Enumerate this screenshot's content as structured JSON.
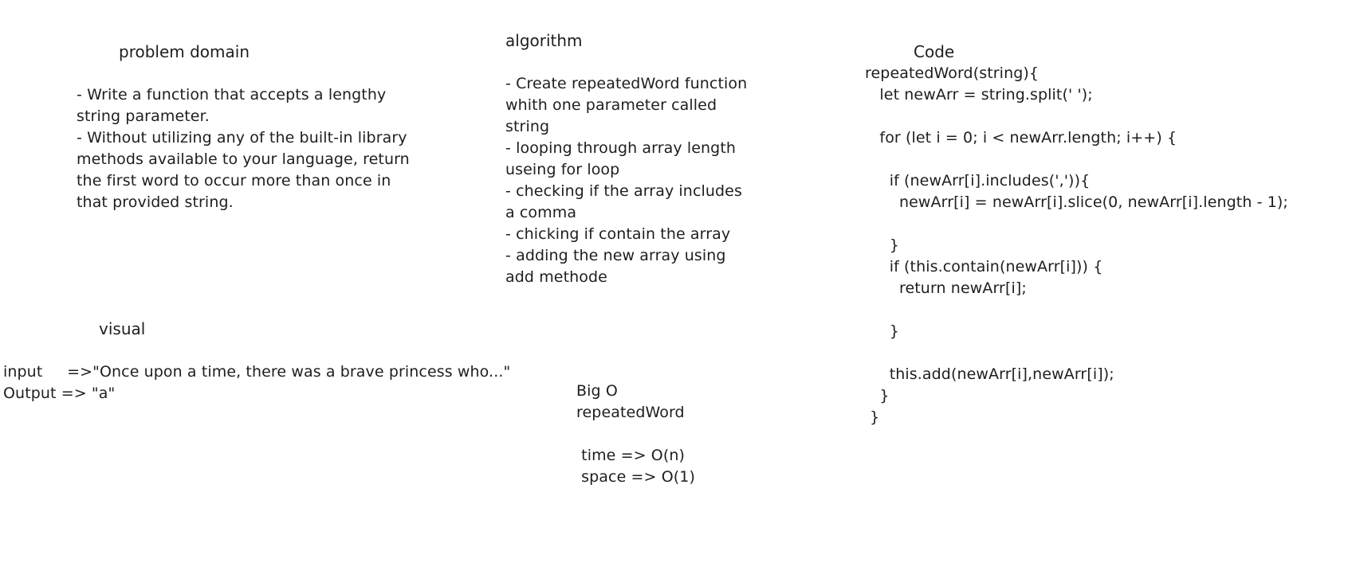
{
  "problem_domain": {
    "title": "problem domain",
    "text": "- Write a function that accepts a lengthy\nstring parameter.\n- Without utilizing any of the built-in library\nmethods available to your language, return\nthe first word to occur more than once in\nthat provided string."
  },
  "algorithm": {
    "title": "algorithm",
    "text": "- Create repeatedWord function\nwhith one parameter called\nstring\n- looping through array length\nuseing for loop\n- checking if the array includes\na comma\n- chicking if contain the array\n- adding the new array using\nadd methode"
  },
  "code": {
    "title": "Code",
    "text": "repeatedWord(string){\n   let newArr = string.split(' ');\n\n   for (let i = 0; i < newArr.length; i++) {\n\n     if (newArr[i].includes(',')){\n       newArr[i] = newArr[i].slice(0, newArr[i].length - 1);\n\n     }\n     if (this.contain(newArr[i])) {\n       return newArr[i];\n\n     }\n\n     this.add(newArr[i],newArr[i]);\n   }\n }"
  },
  "visual": {
    "title": "visual",
    "text": "input     =>\"Once upon a time, there was a brave princess who...\"\nOutput => \"a\""
  },
  "big_o": {
    "text": "Big O\nrepeatedWord\n\n time => O(n)\n space => O(1)"
  }
}
